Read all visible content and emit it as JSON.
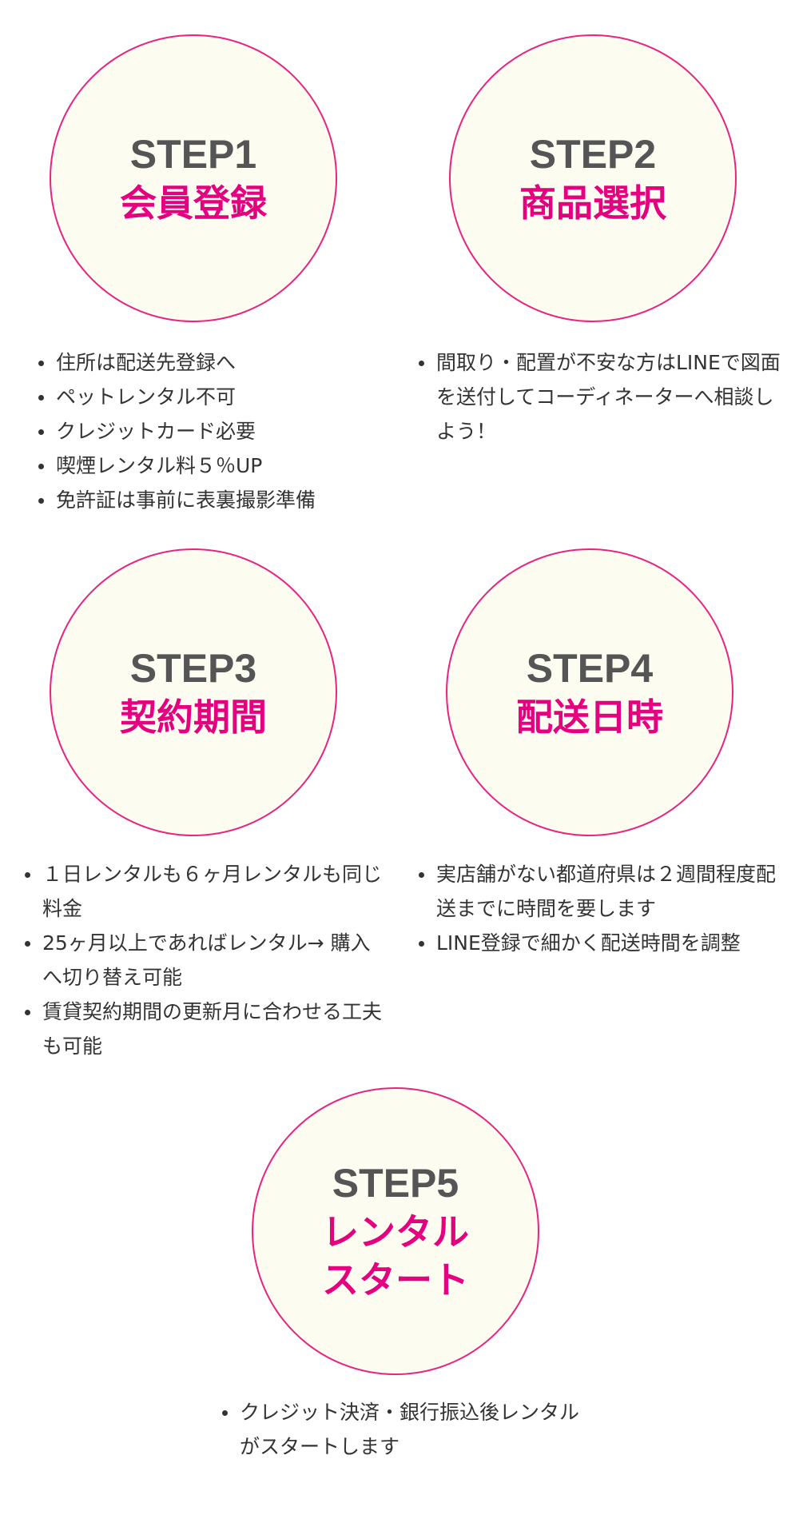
{
  "steps": [
    {
      "step": "STEP1",
      "title": "会員登録",
      "items": [
        "住所は配送先登録へ",
        "ペットレンタル不可",
        "クレジットカード必要",
        "喫煙レンタル料５％UP",
        "免許証は事前に表裏撮影準備"
      ]
    },
    {
      "step": "STEP2",
      "title": "商品選択",
      "items": [
        "間取り・配置が不安な方はLINEで図面を送付してコーディネーターへ相談しよう！"
      ]
    },
    {
      "step": "STEP3",
      "title": "契約期間",
      "items": [
        "１日レンタルも６ヶ月レンタルも同じ料金",
        "25ヶ月以上であればレンタル→ 購入へ切り替え可能",
        "賃貸契約期間の更新月に合わせる工夫も可能"
      ]
    },
    {
      "step": "STEP4",
      "title": "配送日時",
      "items": [
        "実店舗がない都道府県は２週間程度配送までに時間を要します",
        "LINE登録で細かく配送時間を調整"
      ]
    },
    {
      "step": "STEP5",
      "title": "レンタルスタート",
      "items": [
        "クレジット決済・銀行振込後レンタルがスタートします"
      ]
    }
  ],
  "colors": {
    "accent": "#e4007f",
    "circle_fill": "#fdfcf0",
    "step_text": "#555555"
  }
}
